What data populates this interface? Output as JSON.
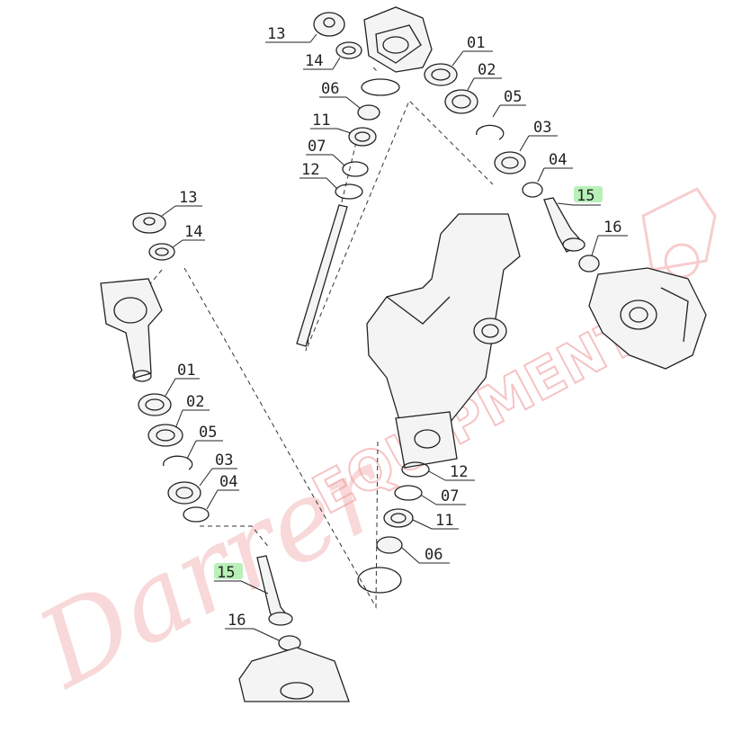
{
  "watermark": {
    "text_left": "Darrer",
    "text_right": "EQUIPMENT"
  },
  "colors": {
    "highlight": "#b8f0b8",
    "watermark": "#ef9c9c",
    "line": "#222222"
  },
  "callouts": {
    "top": {
      "p13": "13",
      "p14": "14",
      "p06": "06",
      "p11": "11",
      "p07": "07",
      "p12": "12",
      "p01": "01",
      "p02": "02",
      "p05": "05",
      "p03": "03",
      "p04": "04",
      "p15": "15",
      "p16": "16"
    },
    "left": {
      "p13": "13",
      "p14": "14",
      "p01": "01",
      "p02": "02",
      "p05": "05",
      "p03": "03",
      "p04": "04",
      "p15": "15",
      "p16": "16"
    },
    "right": {
      "p12": "12",
      "p07": "07",
      "p11": "11",
      "p06": "06"
    }
  }
}
